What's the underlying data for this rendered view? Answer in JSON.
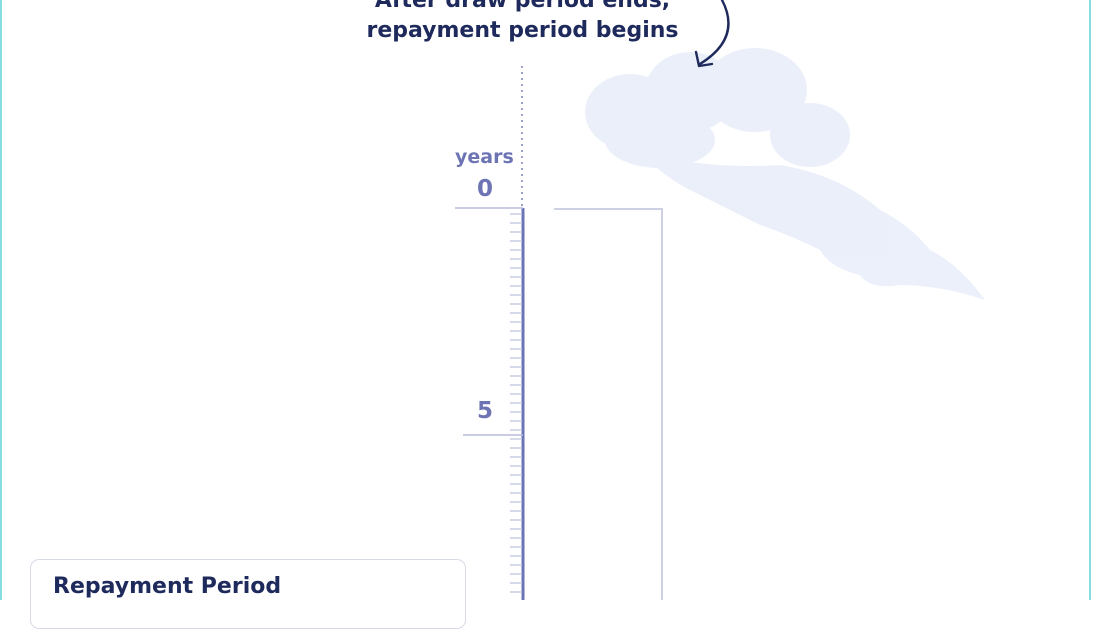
{
  "annotation": {
    "line1": "After draw period ends,",
    "line2": "repayment period begins"
  },
  "timeline": {
    "unit_label": "years",
    "tick_labels": [
      "0",
      "5"
    ]
  },
  "card": {
    "title": "Repayment Period"
  },
  "colors": {
    "accent": "#6c74b4",
    "heading": "#1f2a5c",
    "frame": "#86dede",
    "cloud": "#e7ecfa"
  }
}
